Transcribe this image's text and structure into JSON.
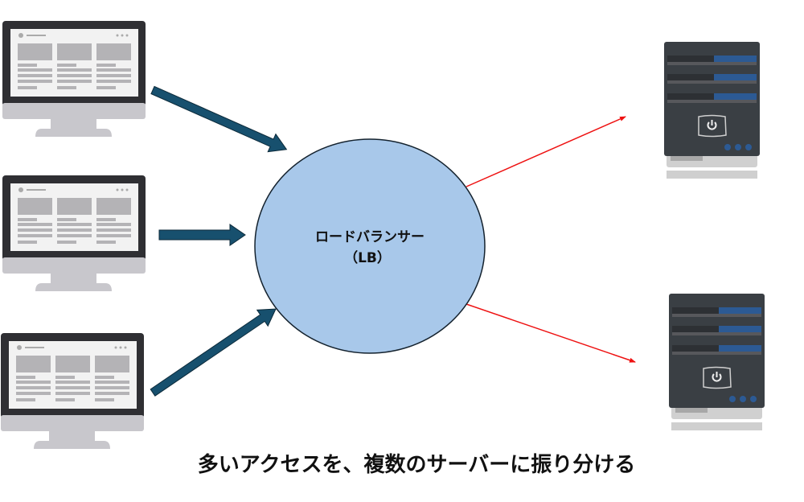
{
  "load_balancer": {
    "label": "ロードバランサー",
    "abbr": "（LB）"
  },
  "caption": "多いアクセスを、複数のサーバーに振り分ける",
  "colors": {
    "lb_fill": "#a8c8ea",
    "client_arrow": "#17506e",
    "server_arrow": "#ee1111",
    "server_body": "#3a3f44",
    "server_accent": "#2c5a94"
  }
}
